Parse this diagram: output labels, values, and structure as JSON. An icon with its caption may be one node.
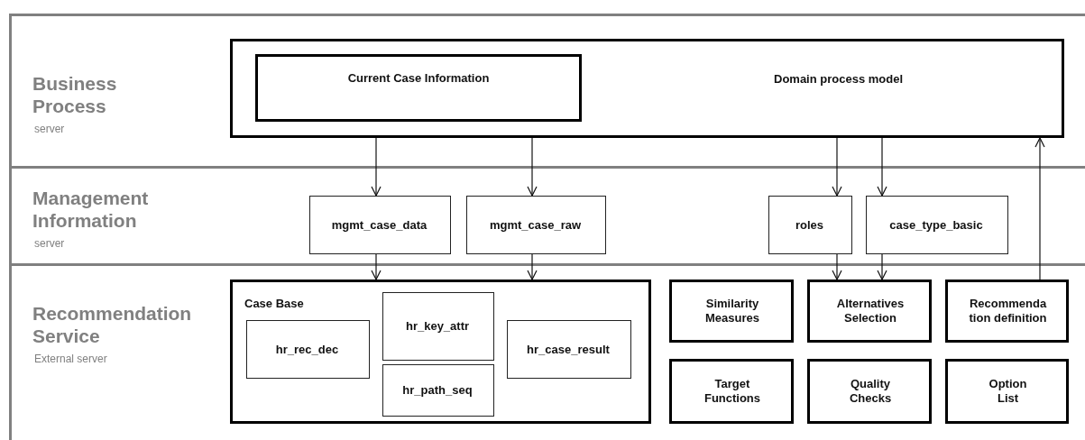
{
  "diagram": {
    "nodes": [
      {
        "text": [
          "Business Process",
          "server"
        ]
      },
      {
        "text": [
          "Domain process model"
        ],
        "in": 0
      },
      {
        "text": [
          "Current Case Information"
        ],
        "in": 1
      },
      {
        "text": [
          "Management Information",
          "server"
        ]
      },
      {
        "text": [
          "mgmt_case_data"
        ],
        "in": 3
      },
      {
        "text": [
          "mgmt_case_raw"
        ],
        "in": 3
      },
      {
        "text": [
          "roles"
        ],
        "in": 3
      },
      {
        "text": [
          "case_type_basic"
        ],
        "in": 3
      },
      {
        "text": [
          "Recommendation Service",
          "External server"
        ]
      },
      {
        "text": [
          "Case Base"
        ],
        "in": 8
      },
      {
        "text": [
          "hr_rec_dec"
        ],
        "in": 9
      },
      {
        "text": [
          "hr_key_attr"
        ],
        "in": 9
      },
      {
        "text": [
          "hr_path_seq"
        ],
        "in": 9
      },
      {
        "text": [
          "hr_case_result"
        ],
        "in": 9
      },
      {
        "text": [
          "Similarity Measures"
        ],
        "in": 8
      },
      {
        "text": [
          "Alternatives Selection"
        ],
        "in": 8
      },
      {
        "text": [
          "Recommenda tion definition"
        ],
        "in": 8
      },
      {
        "text": [
          "Target Functions"
        ],
        "in": 8
      },
      {
        "text": [
          "Quality Checks"
        ],
        "in": 8
      },
      {
        "text": [
          "Option List"
        ],
        "in": 8
      }
    ],
    "edges": [
      {
        "from": 1,
        "to": 4,
        "arrow": "to"
      },
      {
        "from": 1,
        "to": 5,
        "arrow": "to"
      },
      {
        "from": 1,
        "to": 6,
        "arrow": "to"
      },
      {
        "from": 1,
        "to": 7,
        "arrow": "to"
      },
      {
        "from": 4,
        "to": 9,
        "arrow": "to"
      },
      {
        "from": 5,
        "to": 9,
        "arrow": "to"
      },
      {
        "from": 6,
        "to": 15,
        "arrow": "to"
      },
      {
        "from": 7,
        "to": 15,
        "arrow": "to"
      },
      {
        "from": 16,
        "to": 1,
        "arrow": "to"
      }
    ]
  }
}
